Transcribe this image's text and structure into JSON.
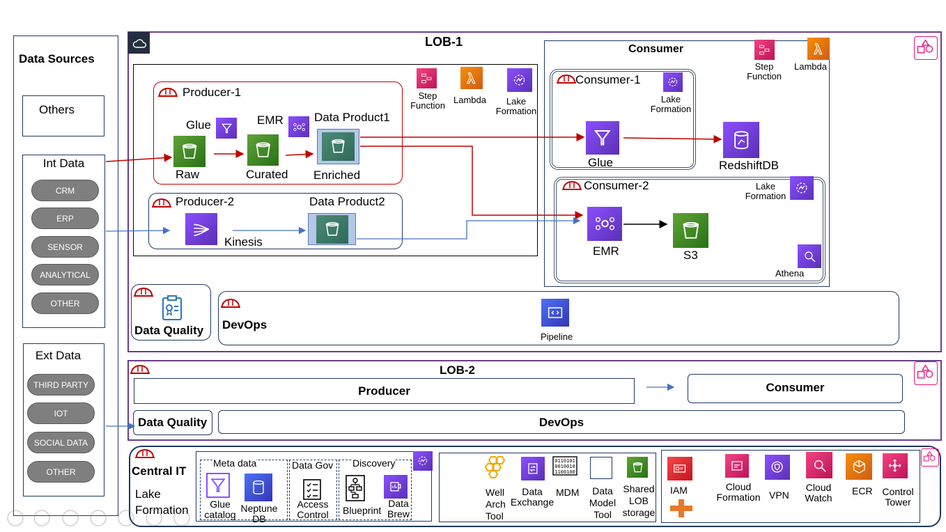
{
  "colors": {
    "border": "#1f3864",
    "lob": "#6a3d8f",
    "red": "#c00000",
    "blue": "#4472c4",
    "producer1": "#c00000"
  },
  "sources": {
    "title": "Data Sources",
    "others": "Others",
    "int_title": "Int Data",
    "int_items": [
      "CRM",
      "ERP",
      "SENSOR",
      "ANALYTICAL",
      "OTHER"
    ],
    "ext_title": "Ext Data",
    "ext_items": [
      "THIRD PARTY",
      "IOT",
      "SOCIAL DATA",
      "OTHER"
    ]
  },
  "lob1": {
    "title": "LOB-1",
    "producer1": {
      "title": "Producer-1",
      "glue": "Glue",
      "emr": "EMR",
      "dp": "Data Product1",
      "raw": "Raw",
      "curated": "Curated",
      "enriched": "Enriched"
    },
    "producer2": {
      "title": "Producer-2",
      "dp": "Data Product2",
      "kinesis": "Kinesis"
    },
    "services": {
      "step": "Step\nFunction",
      "lambda": "Lambda",
      "lake": "Lake\nFormation"
    },
    "consumer": {
      "title": "Consumer",
      "step": "Step\nFunction",
      "lambda": "Lambda",
      "c1": {
        "title": "Consumer-1",
        "lake": "Lake\nFormation",
        "glue": "Glue",
        "redshift": "RedshiftDB"
      },
      "c2": {
        "title": "Consumer-2",
        "lake": "Lake\nFormation",
        "emr": "EMR",
        "s3": "S3",
        "athena": "Athena"
      }
    },
    "dq": "Data Quality",
    "devops": "DevOps",
    "pipeline": "Pipeline"
  },
  "lob2": {
    "title": "LOB-2",
    "producer": "Producer",
    "consumer": "Consumer",
    "dq": "Data Quality",
    "devops": "DevOps"
  },
  "central": {
    "title": "Central IT",
    "lake": "Lake\nFormation",
    "meta": {
      "title": "Meta data",
      "glue": "Glue\ncatalog",
      "neptune": "Neptune\nDB"
    },
    "gov": {
      "title": "Data Gov",
      "access": "Access\nControl"
    },
    "discovery": {
      "title": "Discovery",
      "blueprint": "Blueprint",
      "brew": "Data\nBrew"
    },
    "tools": {
      "well": "Well\nArch\nTool",
      "exchange": "Data\nExchange",
      "mdm": "MDM",
      "model": "Data\nModel\nTool",
      "shared": "Shared\nLOB\nstorage"
    },
    "sec": {
      "iam": "IAM",
      "cf": "Cloud\nFormation",
      "vpn": "VPN",
      "cw": "Cloud\nWatch",
      "ecr": "ECR",
      "ct": "Control\nTower"
    }
  }
}
